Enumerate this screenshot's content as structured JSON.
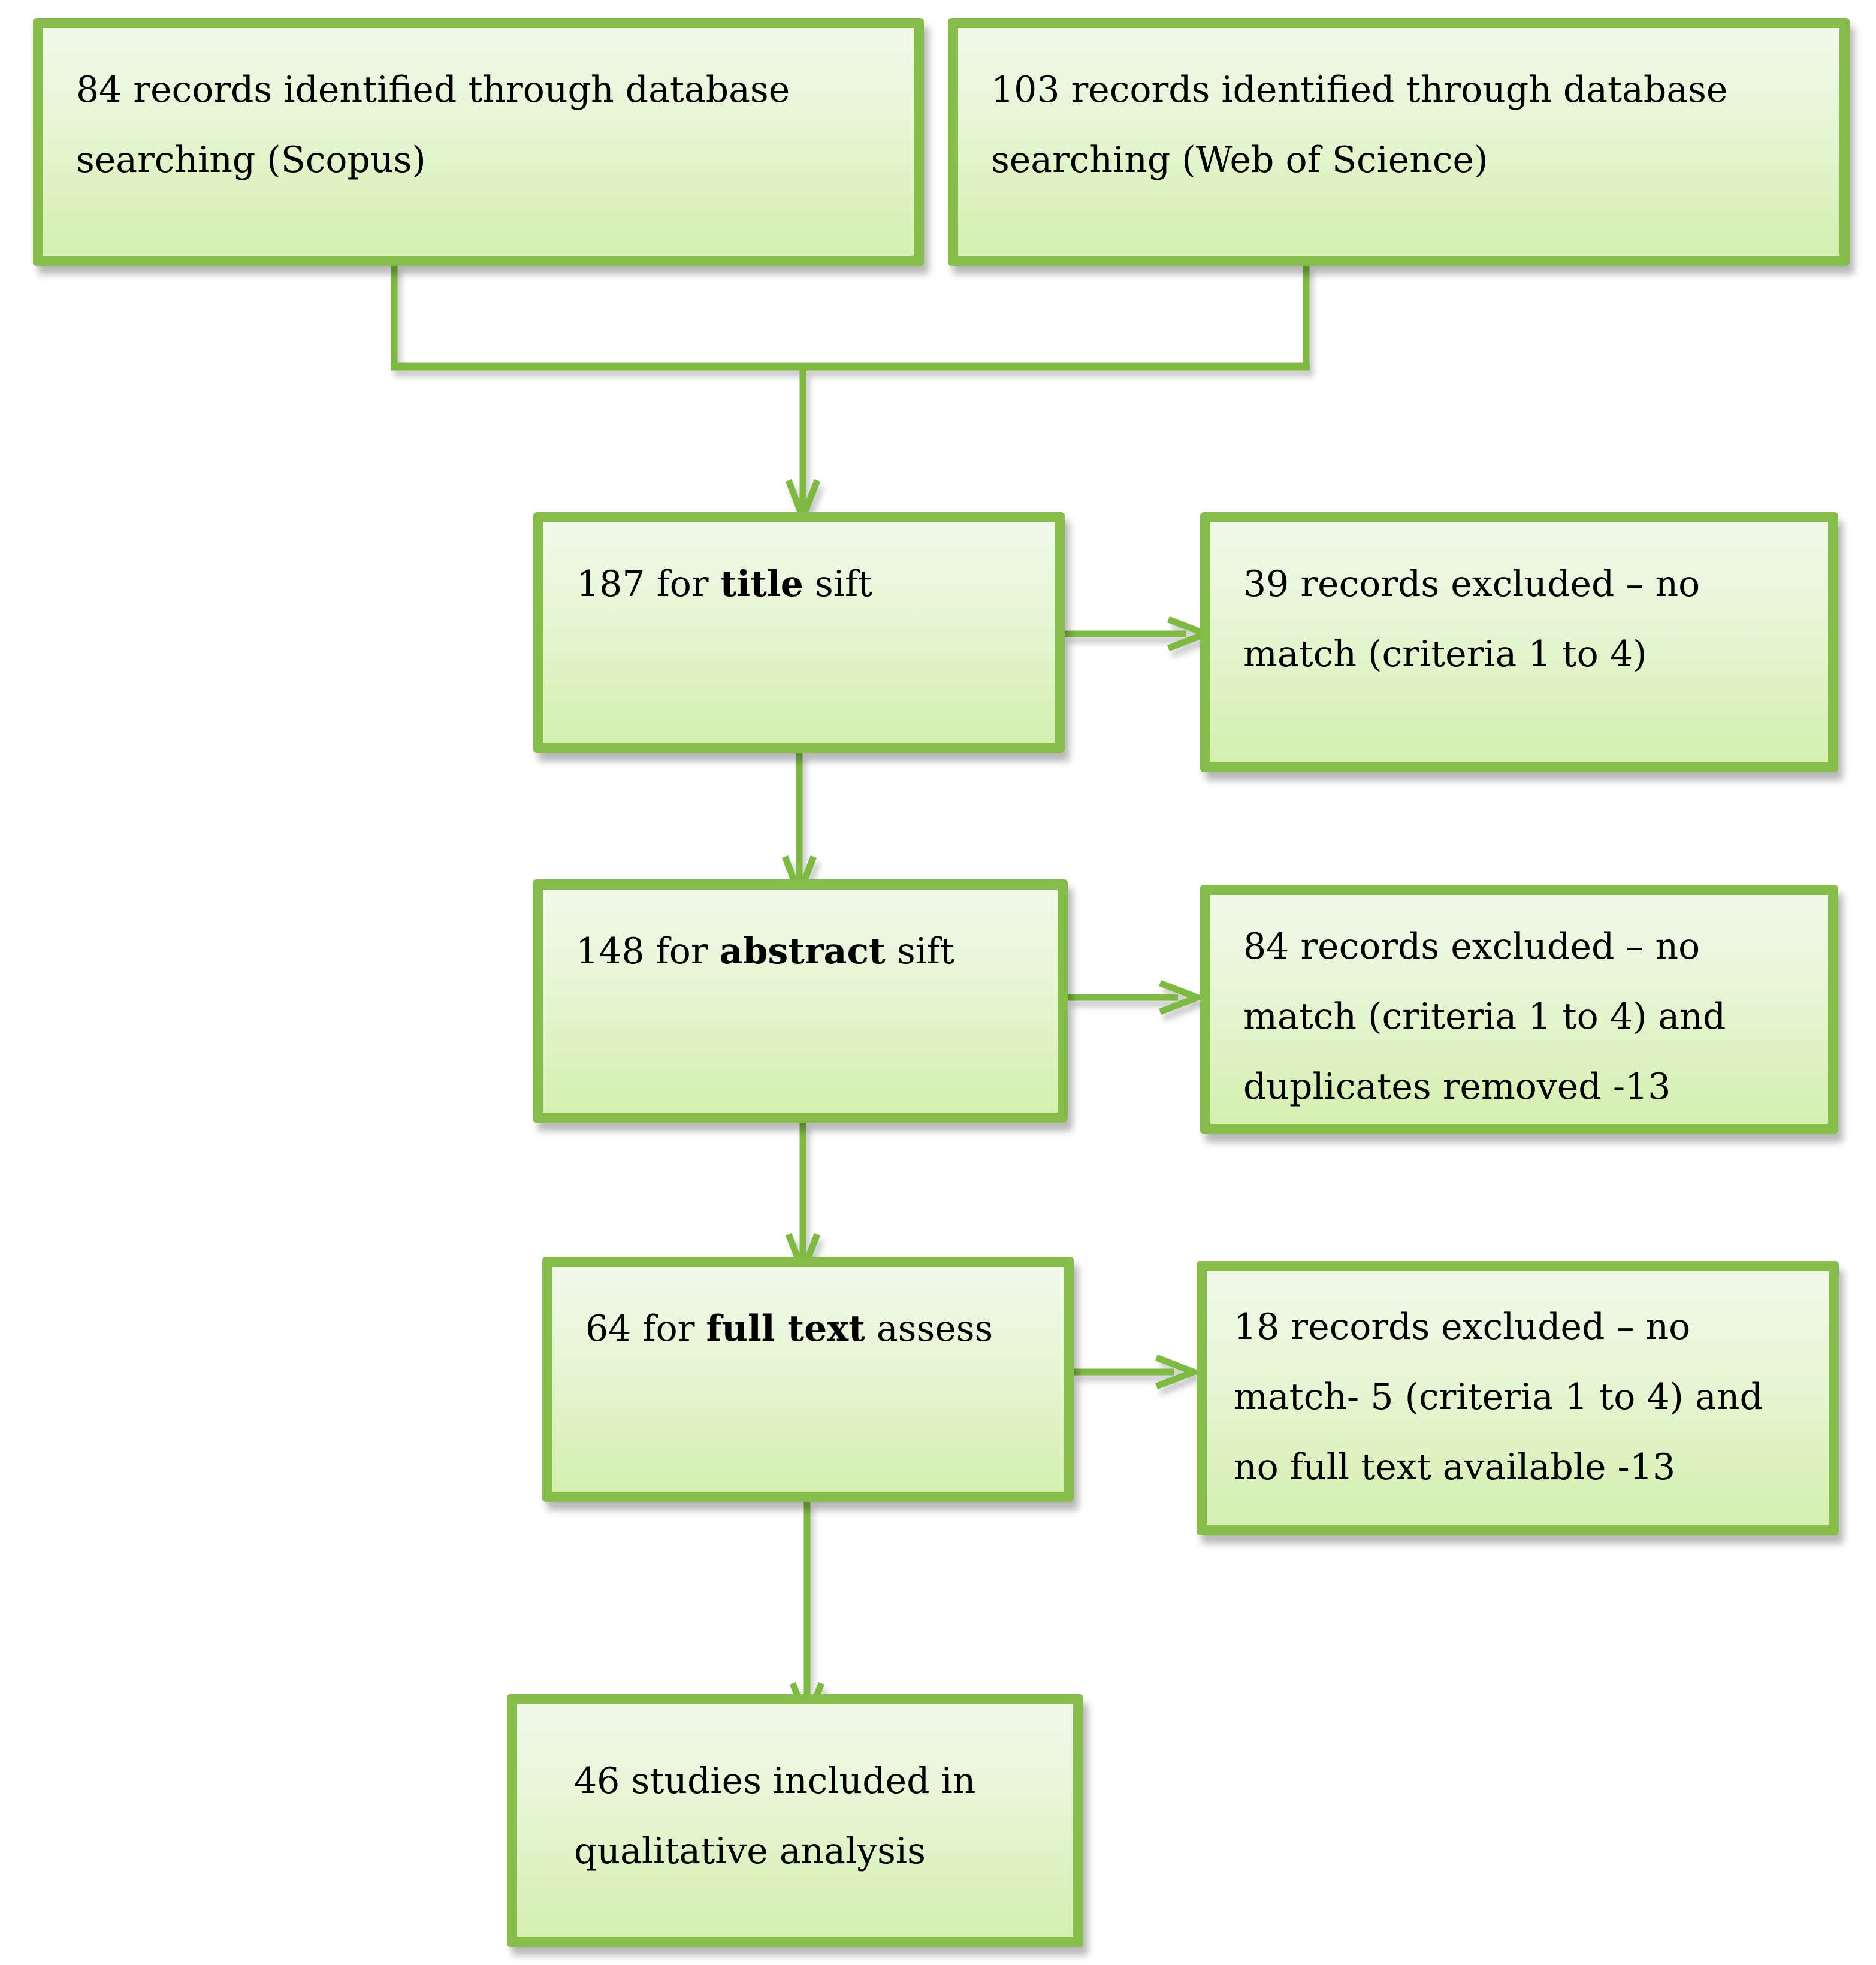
{
  "diagram": {
    "type": "flowchart",
    "colors": {
      "box_border": "#85BC4A",
      "connector": "#7EB942",
      "box_fill_top": "#F2F9EC",
      "box_fill_bottom": "#D5EFB0",
      "text": "#000000"
    },
    "boxes": {
      "scopus": {
        "lines": [
          "84 records identified through database",
          "searching (Scopus)"
        ]
      },
      "web_of_science": {
        "lines": [
          "103 records identified through database",
          "searching (Web of Science)"
        ]
      },
      "title_sift": {
        "prefix": "187 for ",
        "bold": "title",
        "suffix": " sift"
      },
      "title_excluded": {
        "lines": [
          "39 records excluded – no",
          "match (criteria 1 to 4)"
        ]
      },
      "abstract_sift": {
        "prefix": "148 for ",
        "bold": "abstract",
        "suffix": " sift"
      },
      "abstract_excluded": {
        "lines": [
          "84 records excluded – no",
          "match (criteria 1 to 4) and",
          "duplicates removed -13"
        ]
      },
      "full_text_assess": {
        "prefix": "64 for ",
        "bold": "full text",
        "suffix": " assess"
      },
      "full_text_excluded": {
        "lines": [
          "18 records excluded – no",
          "match- 5 (criteria 1 to 4) and",
          "no full text available -13"
        ]
      },
      "included": {
        "lines": [
          "46 studies included in",
          "qualitative analysis"
        ]
      }
    }
  }
}
